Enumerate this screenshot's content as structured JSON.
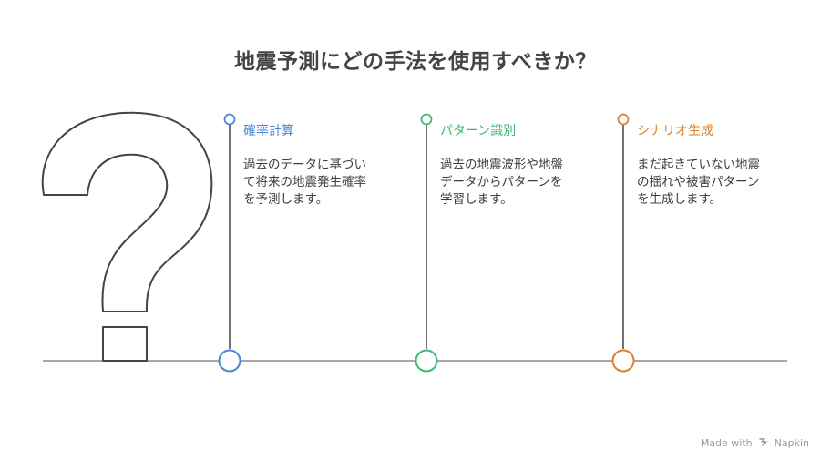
{
  "title": "地震予測にどの手法を使用すべきか？",
  "colors": {
    "blue": "#4a86d6",
    "green": "#3fb878",
    "orange": "#d9822b",
    "stem": "#444444",
    "baseline": "#8a8a8a"
  },
  "options": [
    {
      "label": "確率計算",
      "description_lines": [
        "過去のデータに基づい",
        "て将来の地震発生確率",
        "を予測します。"
      ]
    },
    {
      "label": "パターン識別",
      "description_lines": [
        "過去の地震波形や地盤",
        "データからパターンを",
        "学習します。"
      ]
    },
    {
      "label": "シナリオ生成",
      "description_lines": [
        "まだ起きていない地震",
        "の揺れや被害パターン",
        "を生成します。"
      ]
    }
  ],
  "footer": {
    "made_with": "Made with",
    "brand": "Napkin"
  },
  "icons": {
    "question": "question-mark-icon",
    "napkin": "napkin-logo-icon"
  }
}
